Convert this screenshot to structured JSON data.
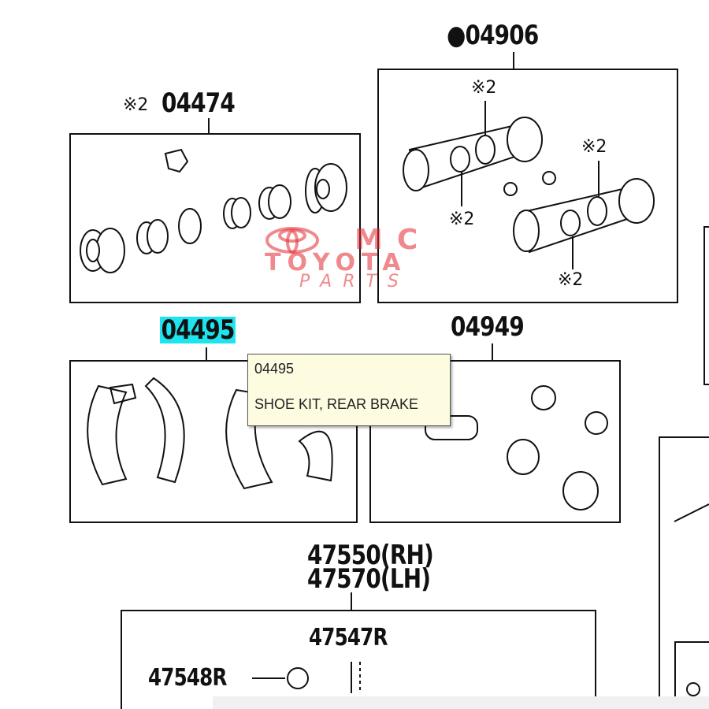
{
  "groups": {
    "g04906": {
      "part_number": "●04906",
      "marks": [
        "※2",
        "※2",
        "※2",
        "※2"
      ]
    },
    "g04474": {
      "mark": "※2",
      "part_number": "04474"
    },
    "g04495": {
      "part_number": "04495",
      "highlight_color": "#1ee4f0"
    },
    "g04949": {
      "part_number": "04949"
    },
    "g47550": {
      "part_number_rh": "47550(RH)",
      "part_number_lh": "47570(LH)"
    },
    "g47547": {
      "part_number": "47547R"
    },
    "g47548": {
      "part_number": "47548R"
    }
  },
  "tooltip": {
    "code": "04495",
    "description": "SHOE KIT, REAR BRAKE"
  },
  "watermark": {
    "line1": "MC",
    "line2": "TOYOTA",
    "line3": "PARTS",
    "color": "#e22830"
  }
}
